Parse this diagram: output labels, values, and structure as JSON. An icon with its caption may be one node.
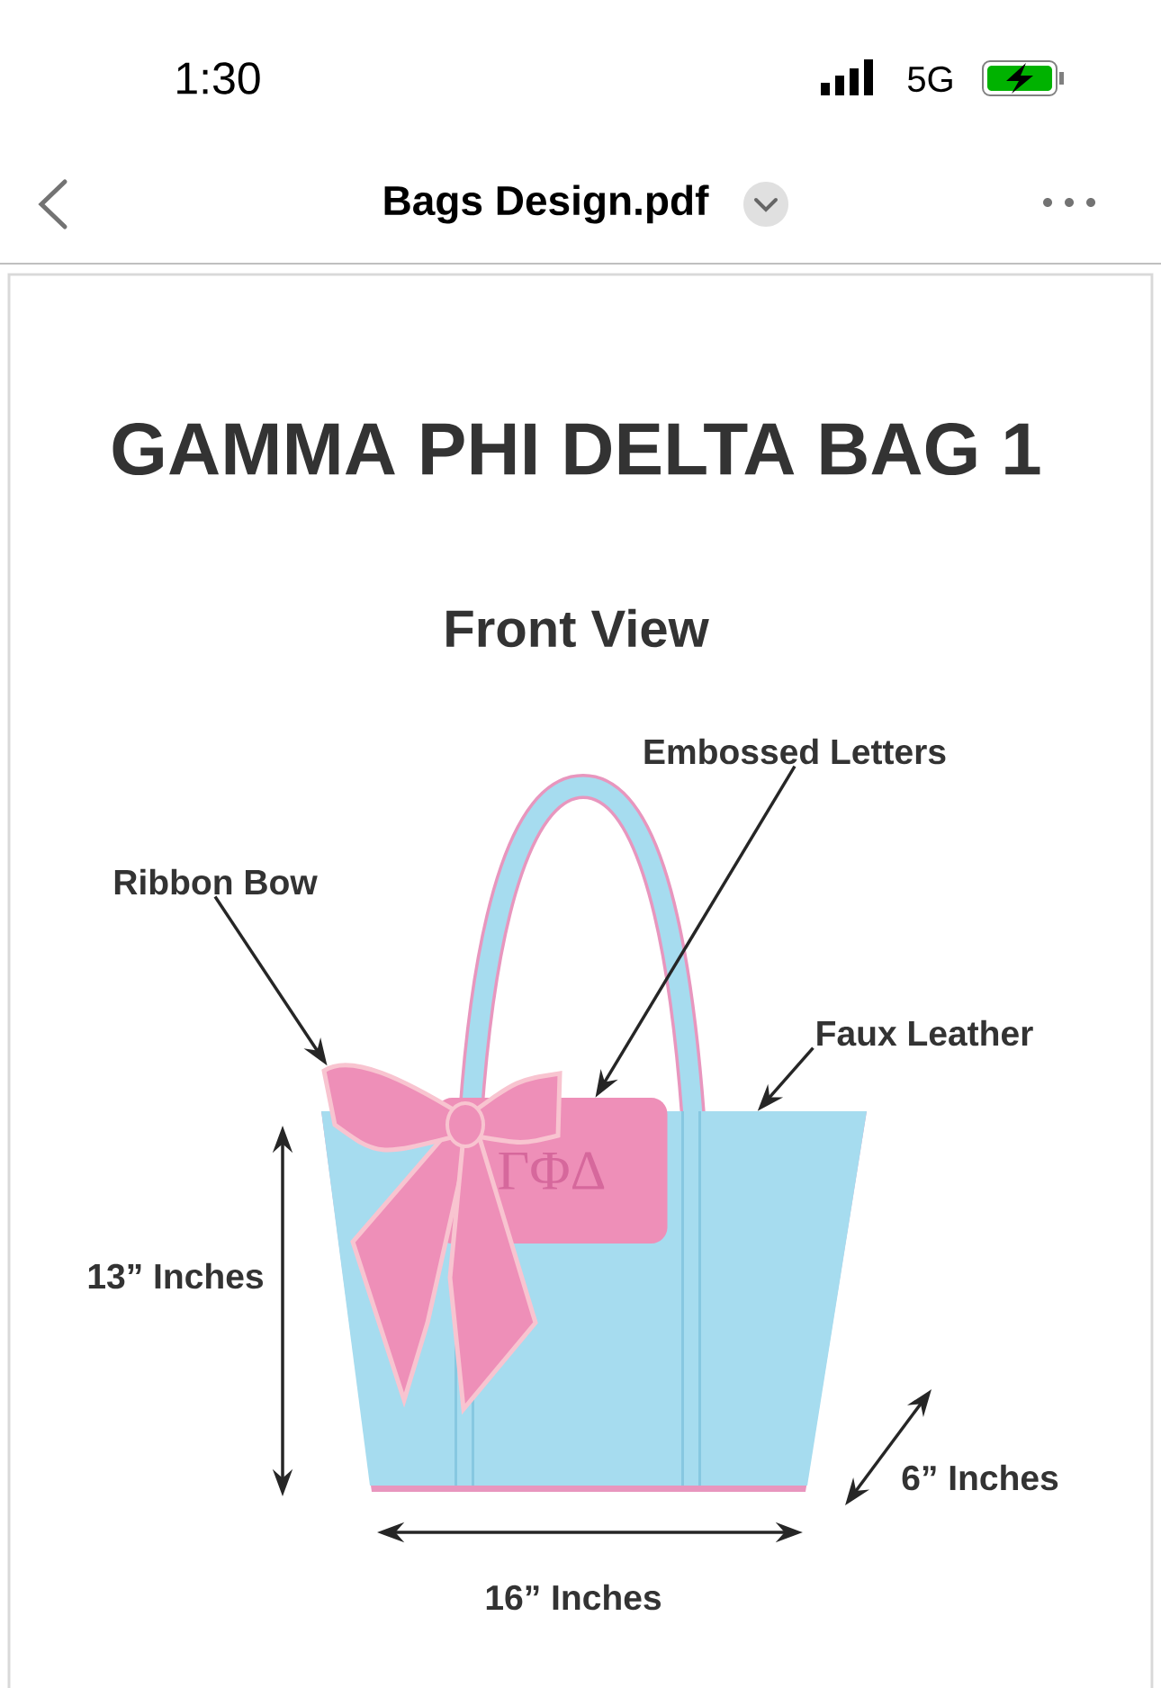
{
  "diagram": {
    "title": "GAMMA PHI DELTA BAG 1",
    "nodes": [
      {
        "text": [
          "Embossed Letters"
        ]
      },
      {
        "text": [
          "Ribbon Bow"
        ]
      },
      {
        "text": [
          "Faux Leather"
        ]
      },
      {
        "text": [],
        "shape": "picture"
      },
      {
        "text": [],
        "shape": "picture"
      },
      {
        "text": [
          "ΓΦΔ"
        ]
      }
    ],
    "edges": [
      {
        "from": 0,
        "to": 5,
        "arrow": "to"
      },
      {
        "from": 1,
        "to": 4,
        "arrow": "to"
      },
      {
        "from": 2,
        "to": 3,
        "arrow": "to"
      }
    ],
    "labels": [
      "1:30",
      "5G",
      "Bags Design.pdf",
      "Front View",
      "13” Inches",
      "6” Inches",
      "16” Inches"
    ]
  }
}
